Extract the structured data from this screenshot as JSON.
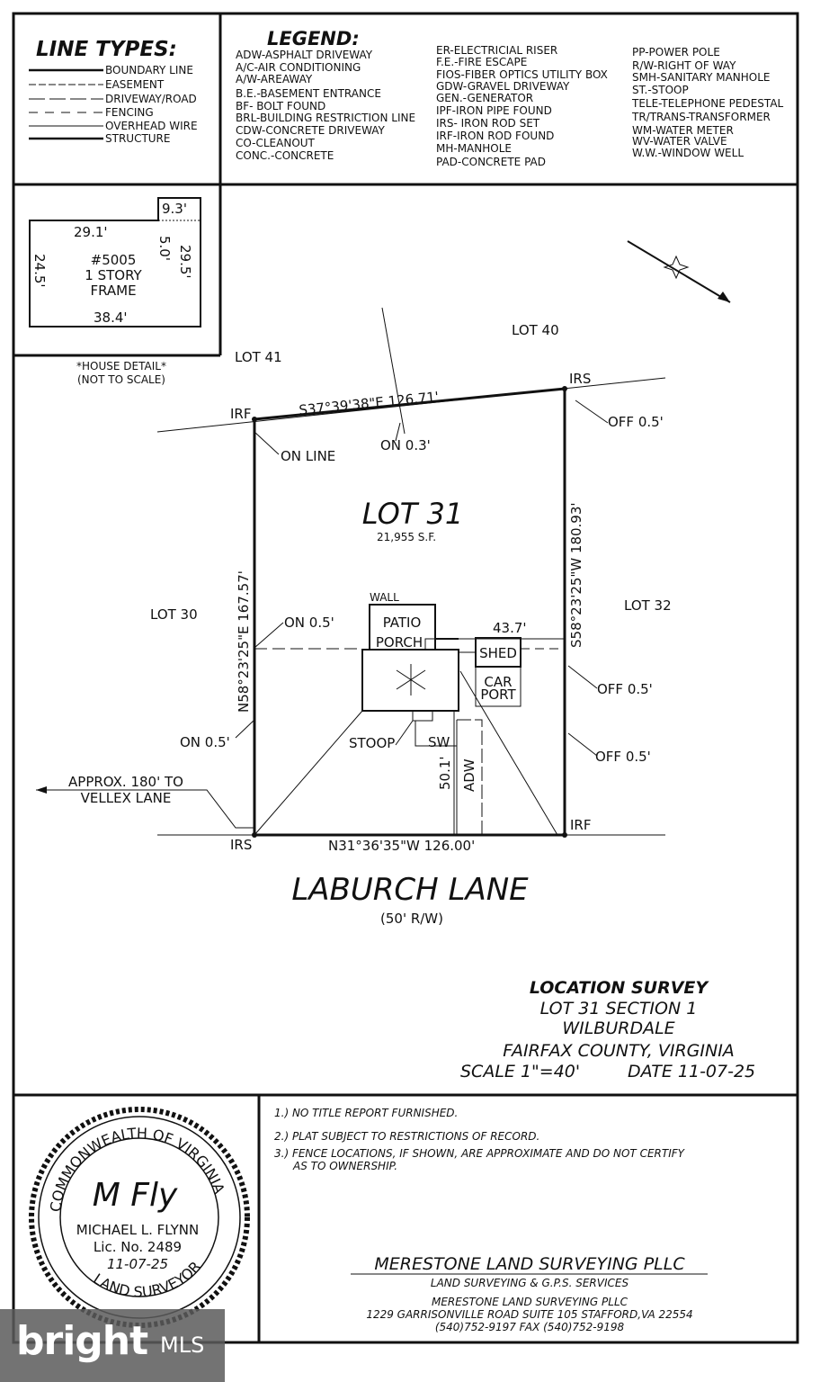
{
  "line_types": {
    "title": "LINE TYPES:",
    "items": [
      "BOUNDARY LINE",
      "EASEMENT",
      "DRIVEWAY/ROAD",
      "FENCING",
      "OVERHEAD WIRE",
      "STRUCTURE"
    ]
  },
  "legend": {
    "title": "LEGEND:",
    "col1": [
      "ADW-ASPHALT DRIVEWAY",
      "A/C-AIR CONDITIONING",
      "A/W-AREAWAY",
      "B.E.-BASEMENT ENTRANCE",
      "BF- BOLT FOUND",
      "BRL-BUILDING RESTRICTION LINE",
      "CDW-CONCRETE DRIVEWAY",
      "CO-CLEANOUT",
      "CONC.-CONCRETE"
    ],
    "col2": [
      "ER-ELECTRICIAL RISER",
      "F.E.-FIRE ESCAPE",
      "FIOS-FIBER OPTICS UTILITY BOX",
      "GDW-GRAVEL DRIVEWAY",
      "GEN.-GENERATOR",
      "IPF-IRON PIPE FOUND",
      "IRS- IRON ROD SET",
      "IRF-IRON ROD FOUND",
      "MH-MANHOLE",
      "PAD-CONCRETE PAD"
    ],
    "col3": [
      "PP-POWER POLE",
      "R/W-RIGHT OF WAY",
      "SMH-SANITARY MANHOLE",
      "ST.-STOOP",
      "TELE-TELEPHONE PEDESTAL",
      "TR/TRANS-TRANSFORMER",
      "WM-WATER METER",
      "WV-WATER VALVE",
      "W.W.-WINDOW WELL"
    ]
  },
  "house_detail": {
    "dims": {
      "top": "29.1'",
      "notch_w": "9.3'",
      "notch_h": "5.0'",
      "right": "29.5'",
      "left": "24.5'",
      "bottom": "38.4'"
    },
    "label": [
      "#5005",
      "1 STORY",
      "FRAME"
    ],
    "caption": [
      "*HOUSE DETAIL*",
      "(NOT TO SCALE)"
    ]
  },
  "plat": {
    "lot_title": "LOT 31",
    "area": "21,955 S.F.",
    "neighbors": {
      "lot40": "LOT 40",
      "lot41": "LOT 41",
      "lot30": "LOT 30",
      "lot32": "LOT 32"
    },
    "bearings": {
      "north": "S37°39'38\"E   126.71'",
      "east": "S58°23'25\"W   180.93'",
      "south": "N31°36'35\"W   126.00'",
      "west": "N58°23'25\"E   167.57'"
    },
    "corners": {
      "nw": "IRF",
      "ne": "IRS",
      "se": "IRF",
      "sw": "IRS"
    },
    "notes": {
      "on_line": "ON LINE",
      "on_03": "ON 0.3'",
      "off_05_ne": "OFF 0.5'",
      "on_05_w": "ON 0.5'",
      "on_05_sw": "ON 0.5'",
      "off_05_e1": "OFF 0.5'",
      "off_05_e2": "OFF 0.5'"
    },
    "structures": {
      "wall": "WALL",
      "patio": "PATIO",
      "porch": "PORCH",
      "shed": "SHED",
      "car": "CAR",
      "port": "PORT",
      "stoop": "STOOP",
      "sw": "SW",
      "adw": "ADW",
      "dist_shed": "43.7'",
      "setback": "50.1'"
    },
    "approx": [
      "APPROX. 180' TO",
      "VELLEX LANE"
    ],
    "street": "LABURCH LANE",
    "row": "(50' R/W)"
  },
  "title_block": {
    "heading": "LOCATION SURVEY",
    "lines": [
      "LOT 31 SECTION 1",
      "WILBURDALE",
      "FAIRFAX COUNTY, VIRGINIA"
    ],
    "scale": "SCALE 1\"=40'",
    "date": "DATE 11-07-25"
  },
  "seal": {
    "ring_top": "COMMONWEALTH OF VIRGINIA",
    "ring_bottom": "LAND SURVEYOR",
    "name": "MICHAEL L. FLYNN",
    "license": "Lic. No. 2489",
    "date": "11-07-25",
    "signature": "M Fly"
  },
  "notes": [
    "1.) NO TITLE REPORT FURNISHED.",
    "2.) PLAT SUBJECT TO RESTRICTIONS OF RECORD.",
    "3.) FENCE LOCATIONS, IF SHOWN, ARE APPROXIMATE AND DO NOT CERTIFY",
    "AS TO OWNERSHIP."
  ],
  "company": {
    "name": "MERESTONE LAND SURVEYING PLLC",
    "tagline": "LAND SURVEYING & G.P.S. SERVICES",
    "name2": "MERESTONE LAND SURVEYING PLLC",
    "address": "1229 GARRISONVILLE ROAD SUITE 105 STAFFORD,VA 22554",
    "phone": "(540)752-9197    FAX (540)752-9198"
  },
  "watermark": {
    "brand": "bright",
    "mls": "MLS"
  }
}
